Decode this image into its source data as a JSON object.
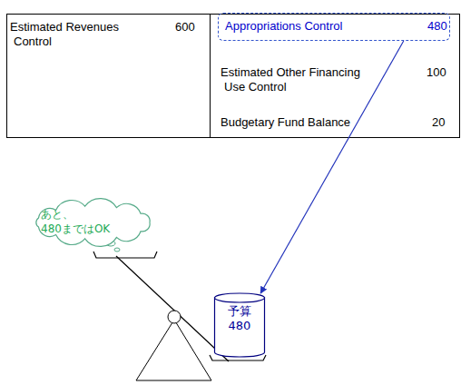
{
  "diagram": {
    "nodes": [
      {
        "text": [
          "Estimated Revenues Control",
          "600"
        ]
      },
      {
        "text": [
          "Estimated Other Financing Use Control",
          "100",
          "Budgetary Fund Balance",
          "20"
        ]
      },
      {
        "text": [
          "Appropriations Control",
          "480"
        ],
        "in": 1
      },
      {
        "text": [
          "あと、 480まではOK"
        ]
      },
      {
        "text": [
          "予算 480"
        ]
      }
    ],
    "edges": [
      {
        "from": 2,
        "to": 4,
        "arrow": "to"
      }
    ]
  }
}
